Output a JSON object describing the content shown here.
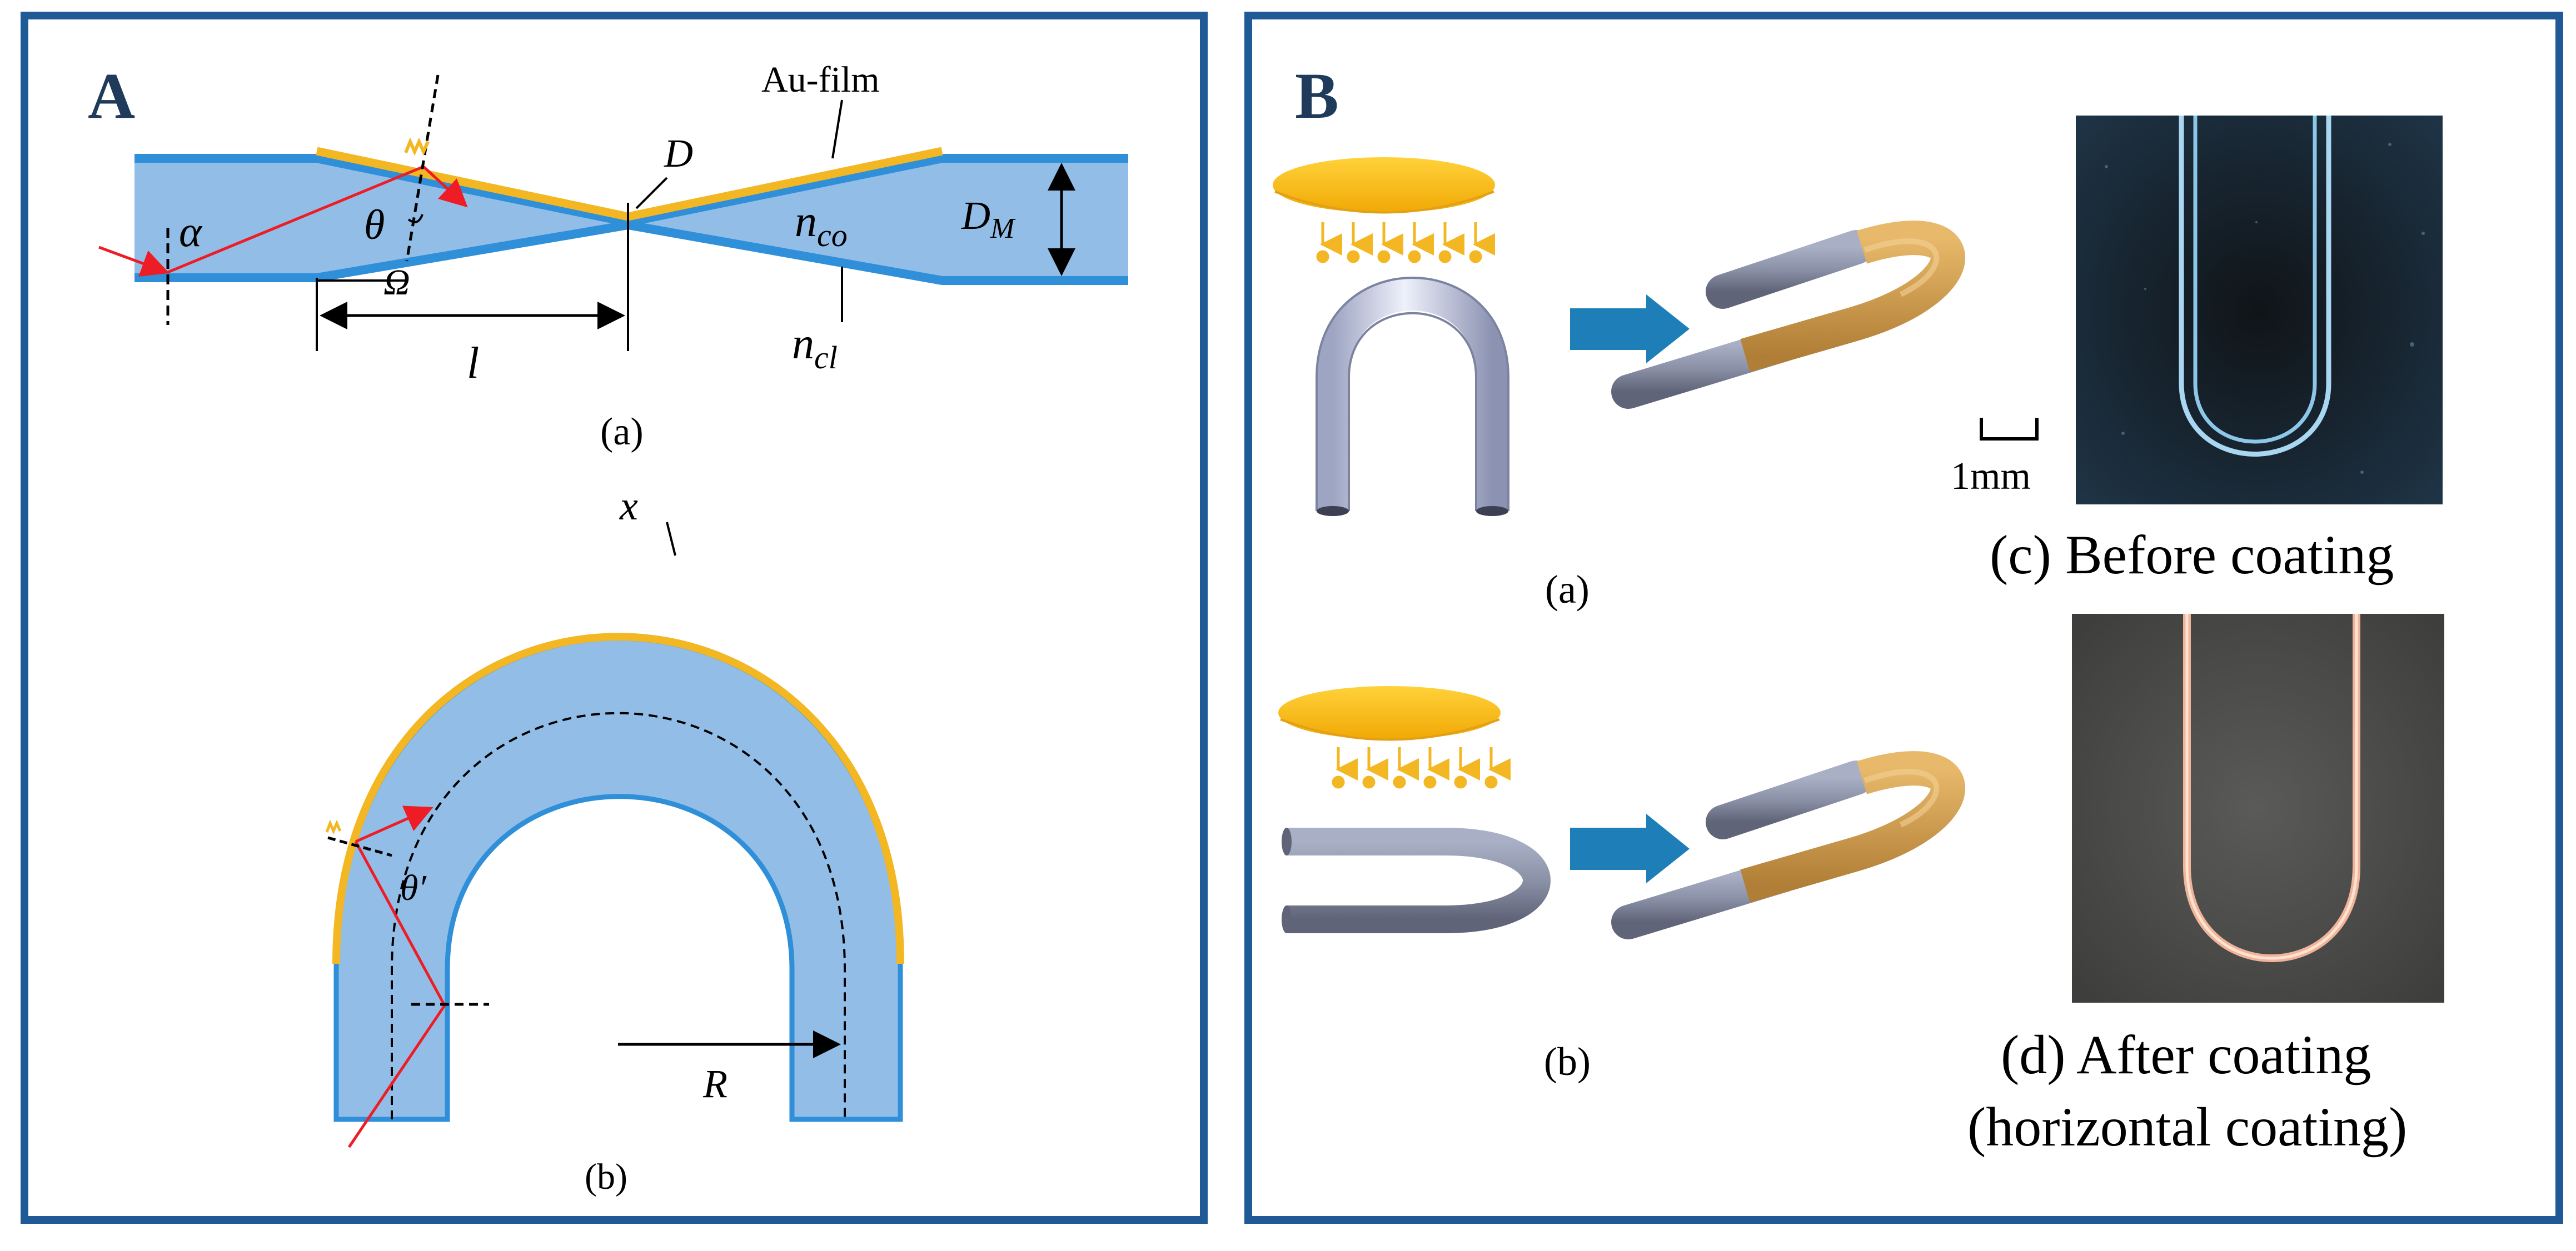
{
  "panelA": {
    "letter": "A",
    "taper": {
      "au_film_label": "Au-film",
      "symbols": {
        "alpha": "α",
        "theta": "θ",
        "omega": "Ω",
        "length": "l",
        "D": "D",
        "n_core": "n",
        "n_core_sub": "co",
        "n_clad": "n",
        "n_clad_sub": "cl",
        "DM": "D",
        "DM_sub": "M"
      },
      "caption": "(a)"
    },
    "bent": {
      "symbols": {
        "x": "x",
        "theta_prime": "θ′",
        "R": "R"
      },
      "caption": "(b)"
    }
  },
  "panelB": {
    "letter": "B",
    "caption_a": "(a)",
    "caption_b": "(b)",
    "scale_bar": "1mm",
    "photo_c_label": "(c) Before coating",
    "photo_d_label_line1": "(d) After coating",
    "photo_d_label_line2": "(horizontal coating)"
  },
  "colors": {
    "frame": "#1f5a96",
    "fiber_fill": "#91bde6",
    "fiber_edge": "#2f8fd8",
    "gold": "#f2b722",
    "ray": "#ee1c25",
    "arrow_blue": "#1e7fb8",
    "fiber_gray": "#8e94a8",
    "gold_coat": "#c99a4e"
  }
}
